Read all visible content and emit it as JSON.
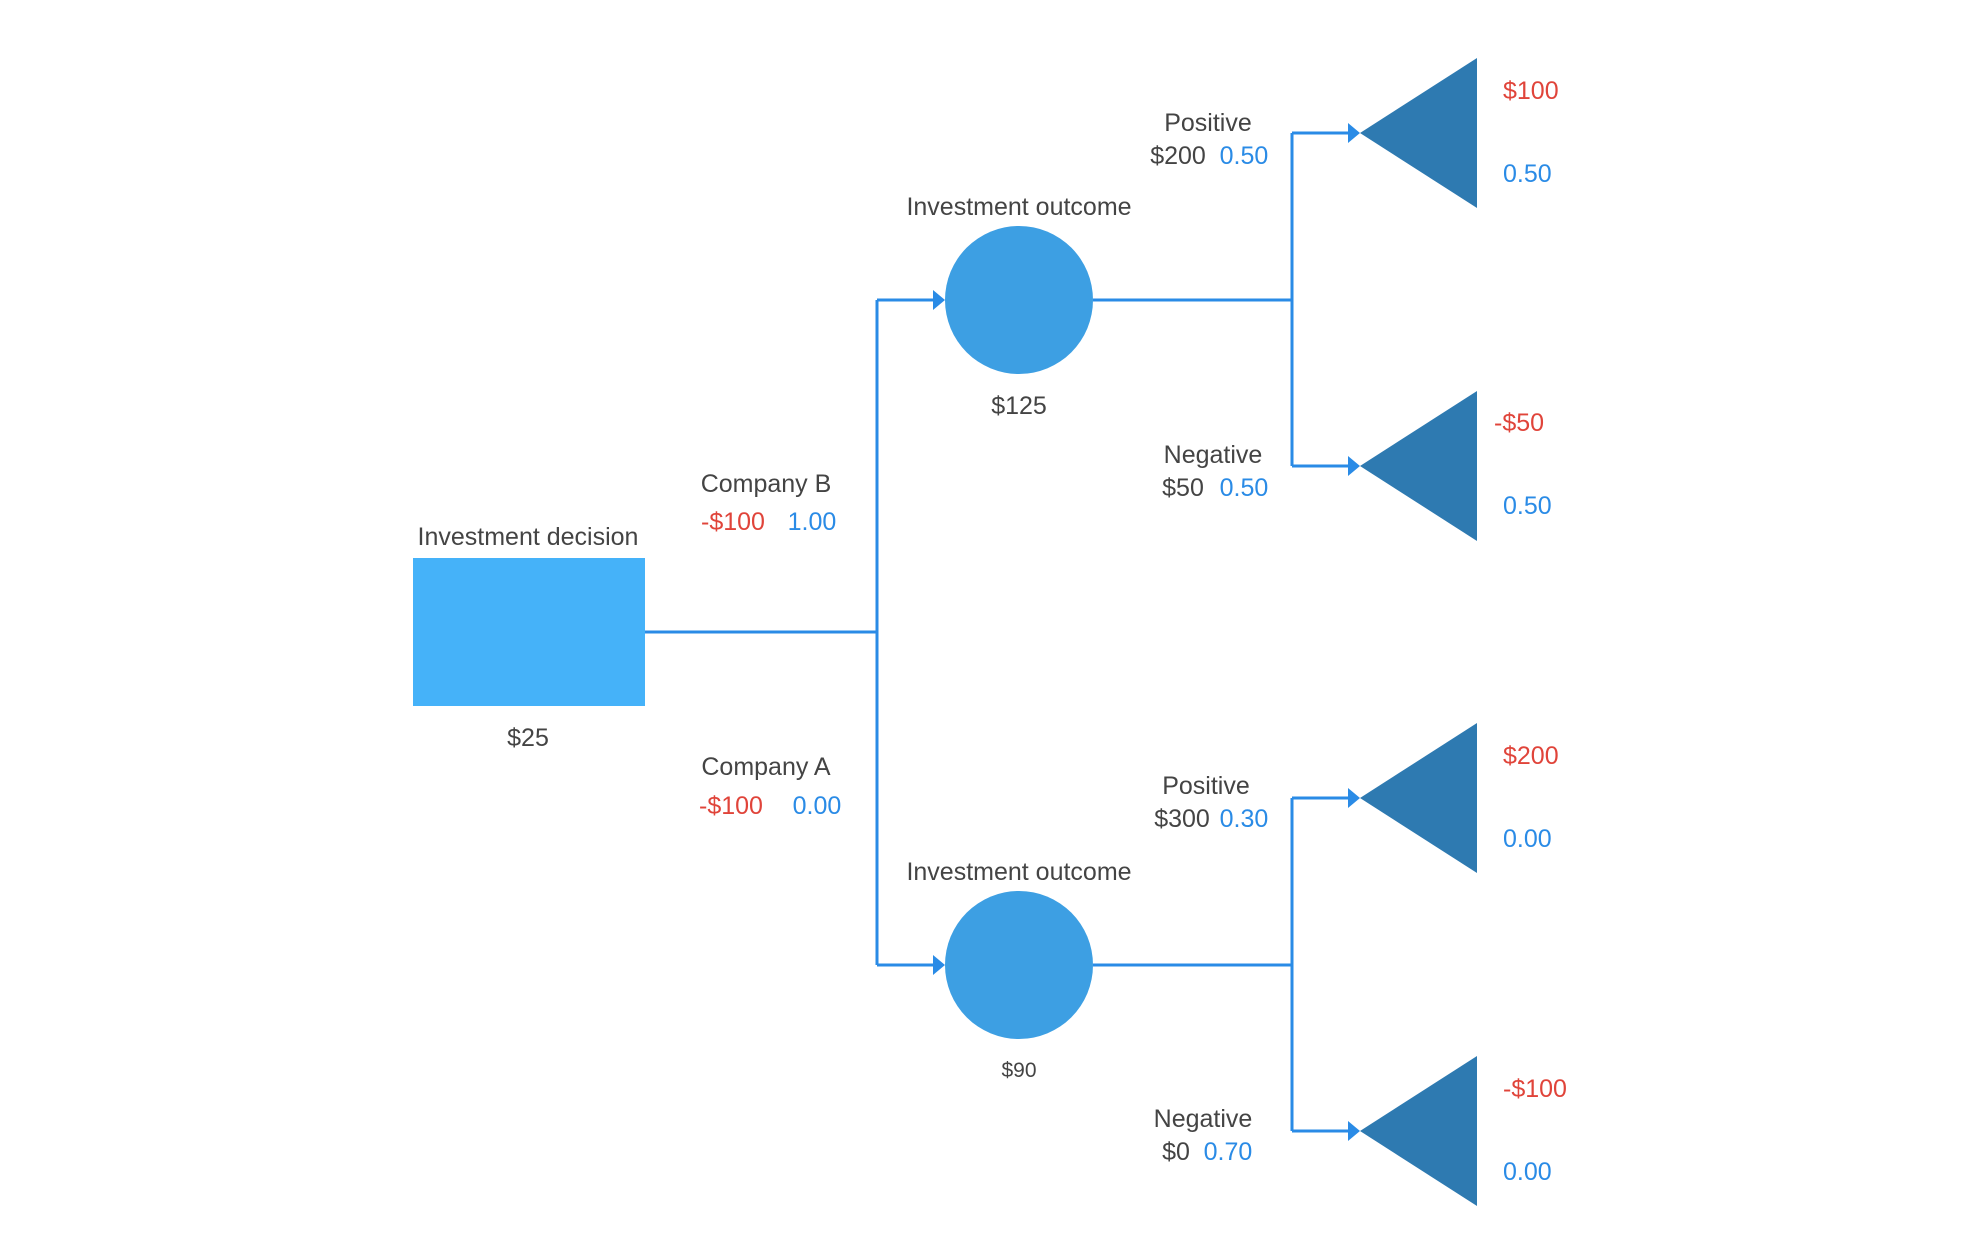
{
  "colors": {
    "text": "#444444",
    "value_red": "#e0443a",
    "value_blue": "#2a8be6",
    "line": "#2a8be6",
    "decision_node": "#45b2f9",
    "chance_node": "#3d9fe3",
    "end_node": "#2e7ab1"
  },
  "decision": {
    "label": "Investment decision",
    "value": "$25",
    "shape": "square"
  },
  "branches": [
    {
      "name": "Company B",
      "cost": "-$100",
      "probability": "1.00",
      "chance": {
        "label": "Investment outcome",
        "value": "$125",
        "shape": "circle",
        "outcomes": [
          {
            "name": "Positive",
            "payoff": "$200",
            "probability": "0.50",
            "end_value": "$100",
            "end_probability": "0.50",
            "shape": "triangle"
          },
          {
            "name": "Negative",
            "payoff": "$50",
            "probability": "0.50",
            "end_value": "-$50",
            "end_probability": "0.50",
            "shape": "triangle"
          }
        ]
      }
    },
    {
      "name": "Company A",
      "cost": "-$100",
      "probability": "0.00",
      "chance": {
        "label": "Investment outcome",
        "value": "$90",
        "shape": "circle",
        "outcomes": [
          {
            "name": "Positive",
            "payoff": "$300",
            "probability": "0.30",
            "end_value": "$200",
            "end_probability": "0.00",
            "shape": "triangle"
          },
          {
            "name": "Negative",
            "payoff": "$0",
            "probability": "0.70",
            "end_value": "-$100",
            "end_probability": "0.00",
            "shape": "triangle"
          }
        ]
      }
    }
  ]
}
